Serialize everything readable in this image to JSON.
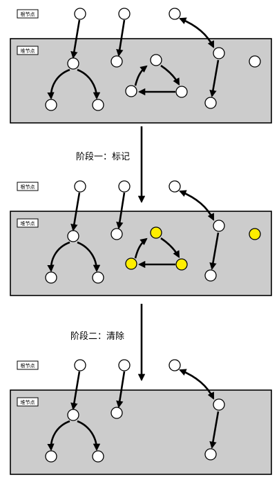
{
  "labels": {
    "root": "根节点",
    "heap": "堆节点",
    "phase1": "阶段一：标记",
    "phase2": "阶段二：清除"
  },
  "colors": {
    "heap_fill": "#cccccc",
    "node_fill": "#ffffff",
    "marked_fill": "#ffee00",
    "stroke": "#000000"
  },
  "states": [
    {
      "name": "initial",
      "marked": [],
      "removed": []
    },
    {
      "name": "after-mark",
      "marked": [
        "cycle-top",
        "cycle-left",
        "cycle-right",
        "lone"
      ],
      "removed": []
    },
    {
      "name": "after-sweep",
      "marked": [],
      "removed": [
        "cycle-top",
        "cycle-left",
        "cycle-right",
        "lone"
      ]
    }
  ]
}
